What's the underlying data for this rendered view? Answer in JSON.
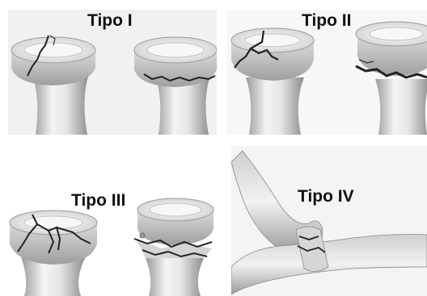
{
  "panels": {
    "type1": {
      "label": "Tipo I"
    },
    "type2": {
      "label": "Tipo II"
    },
    "type3": {
      "label": "Tipo III"
    },
    "type4": {
      "label": "Tipo IV"
    }
  },
  "colors": {
    "bone_light": "#f2f2f2",
    "bone_mid": "#c9c9c9",
    "bone_dark": "#8a8a8a",
    "fracture": "#222222"
  }
}
